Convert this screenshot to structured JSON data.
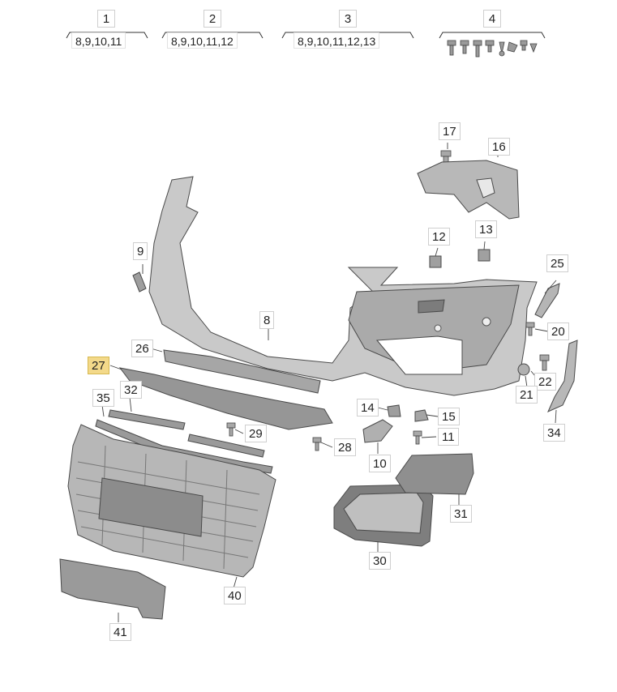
{
  "groups": [
    {
      "number": "1",
      "items": "8,9,10,11"
    },
    {
      "number": "2",
      "items": "8,9,10,11,12"
    },
    {
      "number": "3",
      "items": "8,9,10,11,12,13"
    },
    {
      "number": "4",
      "items": ""
    }
  ],
  "callouts": {
    "c8": "8",
    "c9": "9",
    "c10": "10",
    "c11": "11",
    "c12": "12",
    "c13": "13",
    "c14": "14",
    "c15": "15",
    "c16": "16",
    "c17": "17",
    "c20": "20",
    "c21": "21",
    "c22": "22",
    "c25": "25",
    "c26": "26",
    "c27": "27",
    "c28": "28",
    "c29": "29",
    "c30": "30",
    "c31": "31",
    "c32": "32",
    "c34": "34",
    "c35": "35",
    "c40": "40",
    "c41": "41"
  },
  "highlighted_callout": "27",
  "colors": {
    "part_fill": "#c9c9c9",
    "part_dark": "#8f8f8f",
    "highlight": "#f3d98a"
  }
}
